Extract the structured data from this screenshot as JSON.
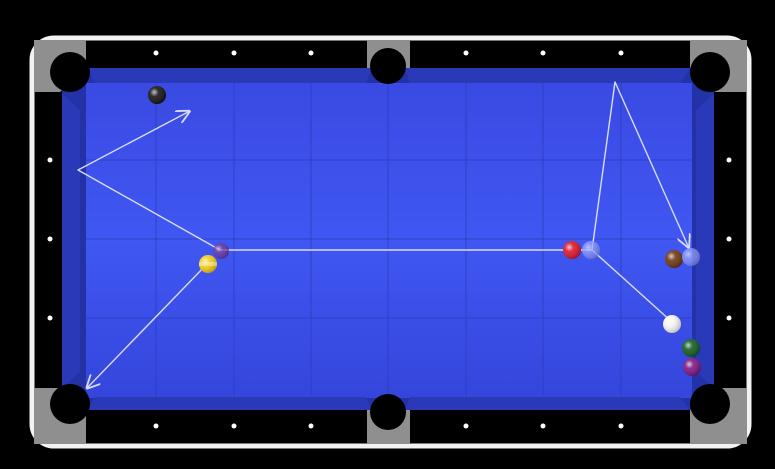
{
  "game": {
    "name": "pool-table-shot-diagram",
    "colors": {
      "background": "#000000",
      "rail_outline": "#f2f2f2",
      "rail": "#000000",
      "felt": "#3b4fe6",
      "felt_edge": "#2432a8",
      "pocket_jaw": "#8f8f8f",
      "pocket": "#000000",
      "diamond": "#ffffff",
      "shot_line": "#d8dcff"
    },
    "balls": [
      {
        "id": "black-8-ball",
        "color": "#111111",
        "label": ""
      },
      {
        "id": "purple-ghost-ball",
        "color": "#6a2a8a",
        "label": ""
      },
      {
        "id": "yellow-ball",
        "color": "#f5cc15",
        "label": ""
      },
      {
        "id": "red-ball",
        "color": "#d8142a",
        "label": ""
      },
      {
        "id": "blue-ghost-ball",
        "color": "#8a98ff",
        "label": ""
      },
      {
        "id": "brown-ball",
        "color": "#6b3410",
        "label": ""
      },
      {
        "id": "blue-ghost-ball-2",
        "color": "#8a98ff",
        "label": ""
      },
      {
        "id": "cue-ball",
        "color": "#f6f6f6",
        "label": ""
      },
      {
        "id": "green-ball",
        "color": "#0f5a1c",
        "label": ""
      },
      {
        "id": "purple-ball",
        "color": "#7a1380",
        "label": ""
      }
    ],
    "pockets": [
      {
        "id": "top-left"
      },
      {
        "id": "top-middle"
      },
      {
        "id": "top-right"
      },
      {
        "id": "bottom-left"
      },
      {
        "id": "bottom-middle"
      },
      {
        "id": "bottom-right"
      }
    ],
    "shot_lines": [
      {
        "id": "cue-to-red-path"
      },
      {
        "id": "cue-ball-rebound-path"
      },
      {
        "id": "object-ball-path-upper"
      },
      {
        "id": "object-ball-path-lower"
      }
    ]
  }
}
